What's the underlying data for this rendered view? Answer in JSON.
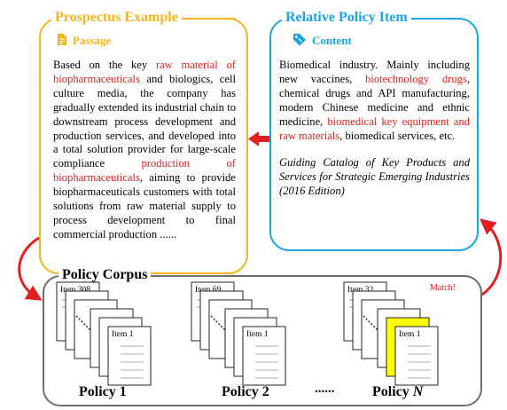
{
  "prospectus": {
    "title": "Prospectus Example",
    "section_label": "Passage",
    "section_icon": "document-icon",
    "passage": [
      {
        "text": "Based on the key ",
        "highlight": false
      },
      {
        "text": "raw material of biopharmaceuticals",
        "highlight": true
      },
      {
        "text": " and biologics, cell culture media, the company has gradually extended its industrial chain to downstream process development and production services, and developed into a total solution provider for large-scale compliance ",
        "highlight": false
      },
      {
        "text": "production of biopharmaceuticals",
        "highlight": true
      },
      {
        "text": ", aiming to provide biopharmaceuticals customers with total solutions from raw material supply to process development to final commercial production ......",
        "highlight": false
      }
    ]
  },
  "policy_item": {
    "title": "Relative Policy Item",
    "section_label": "Content",
    "section_icon": "tag-icon",
    "content": [
      {
        "text": "Biomedical industry. Mainly including new vaccines, ",
        "highlight": false
      },
      {
        "text": "biotechnology drugs",
        "highlight": true
      },
      {
        "text": ", chemical drugs and API manufacturing, modern Chinese medicine and ethnic medicine, ",
        "highlight": false
      },
      {
        "text": "biomedical key equipment and raw materials",
        "highlight": true
      },
      {
        "text": ", biomedical services, etc.",
        "highlight": false
      }
    ],
    "source": "Guiding Catalog of Key Products and Services for Strategic Emerging Industries (2016 Edition)"
  },
  "corpus": {
    "title": "Policy Corpus",
    "policies": [
      {
        "label": "Policy 1",
        "top_item": "Item 308",
        "bottom_item": "Item 1",
        "matched": false
      },
      {
        "label": "Policy 2",
        "top_item": "Item 69",
        "bottom_item": "Item 1",
        "matched": false
      },
      {
        "label_prefix": "Policy ",
        "label_italic": "N",
        "top_item": "Item 32",
        "bottom_item": "Item 1",
        "matched": true
      }
    ],
    "ellipsis": "......",
    "match_label": "Match!"
  },
  "colors": {
    "prospectus_border": "#f2b51c",
    "policy_border": "#1aa5dd",
    "corpus_border": "#6e6e6e",
    "highlight_text": "#e02020",
    "arrow": "#e02020",
    "matched_doc": "#ffff00"
  }
}
